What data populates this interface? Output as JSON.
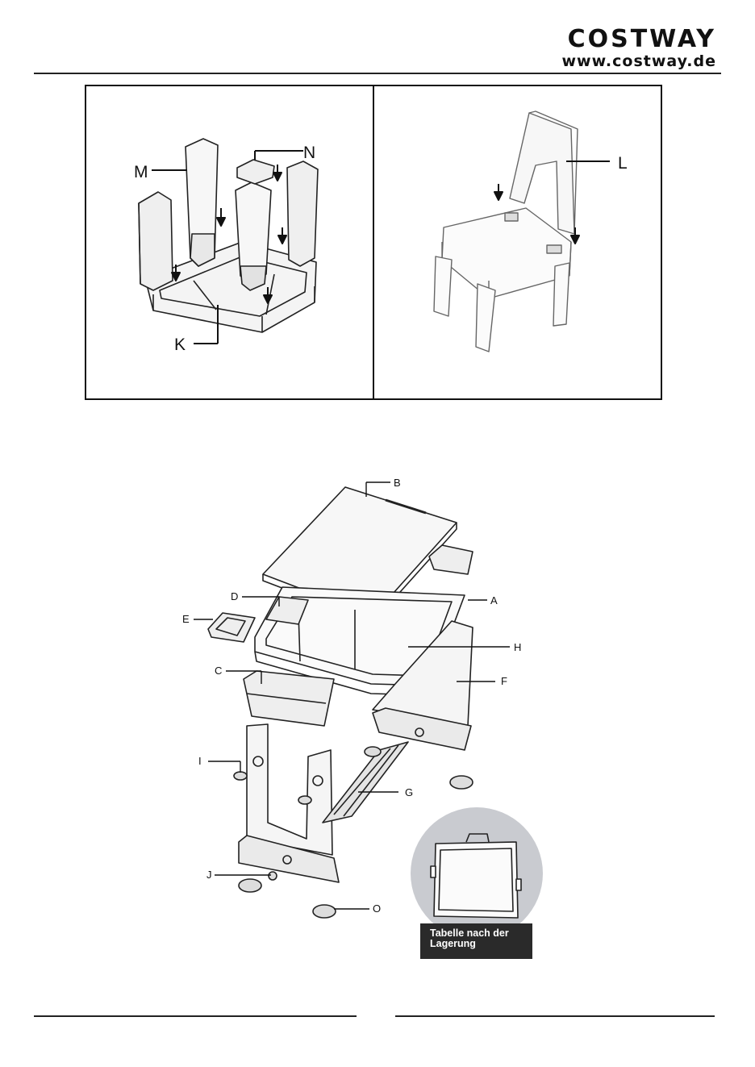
{
  "header": {
    "brand": "COSTWAY",
    "url": "www.costway.de"
  },
  "figure_top": {
    "labels": {
      "m": "M",
      "n": "N",
      "k": "K",
      "l": "L"
    }
  },
  "figure_bottom": {
    "labels": {
      "a": "A",
      "b": "B",
      "c": "C",
      "d": "D",
      "e": "E",
      "f": "F",
      "g": "G",
      "h": "H",
      "i": "I",
      "j": "J",
      "o": "O"
    },
    "inset_caption": "Tabelle nach der\nLagerung"
  },
  "colors": {
    "ink": "#111111",
    "inset_circle": "#c9cbd0",
    "caption_bg": "#2a2a2a"
  }
}
